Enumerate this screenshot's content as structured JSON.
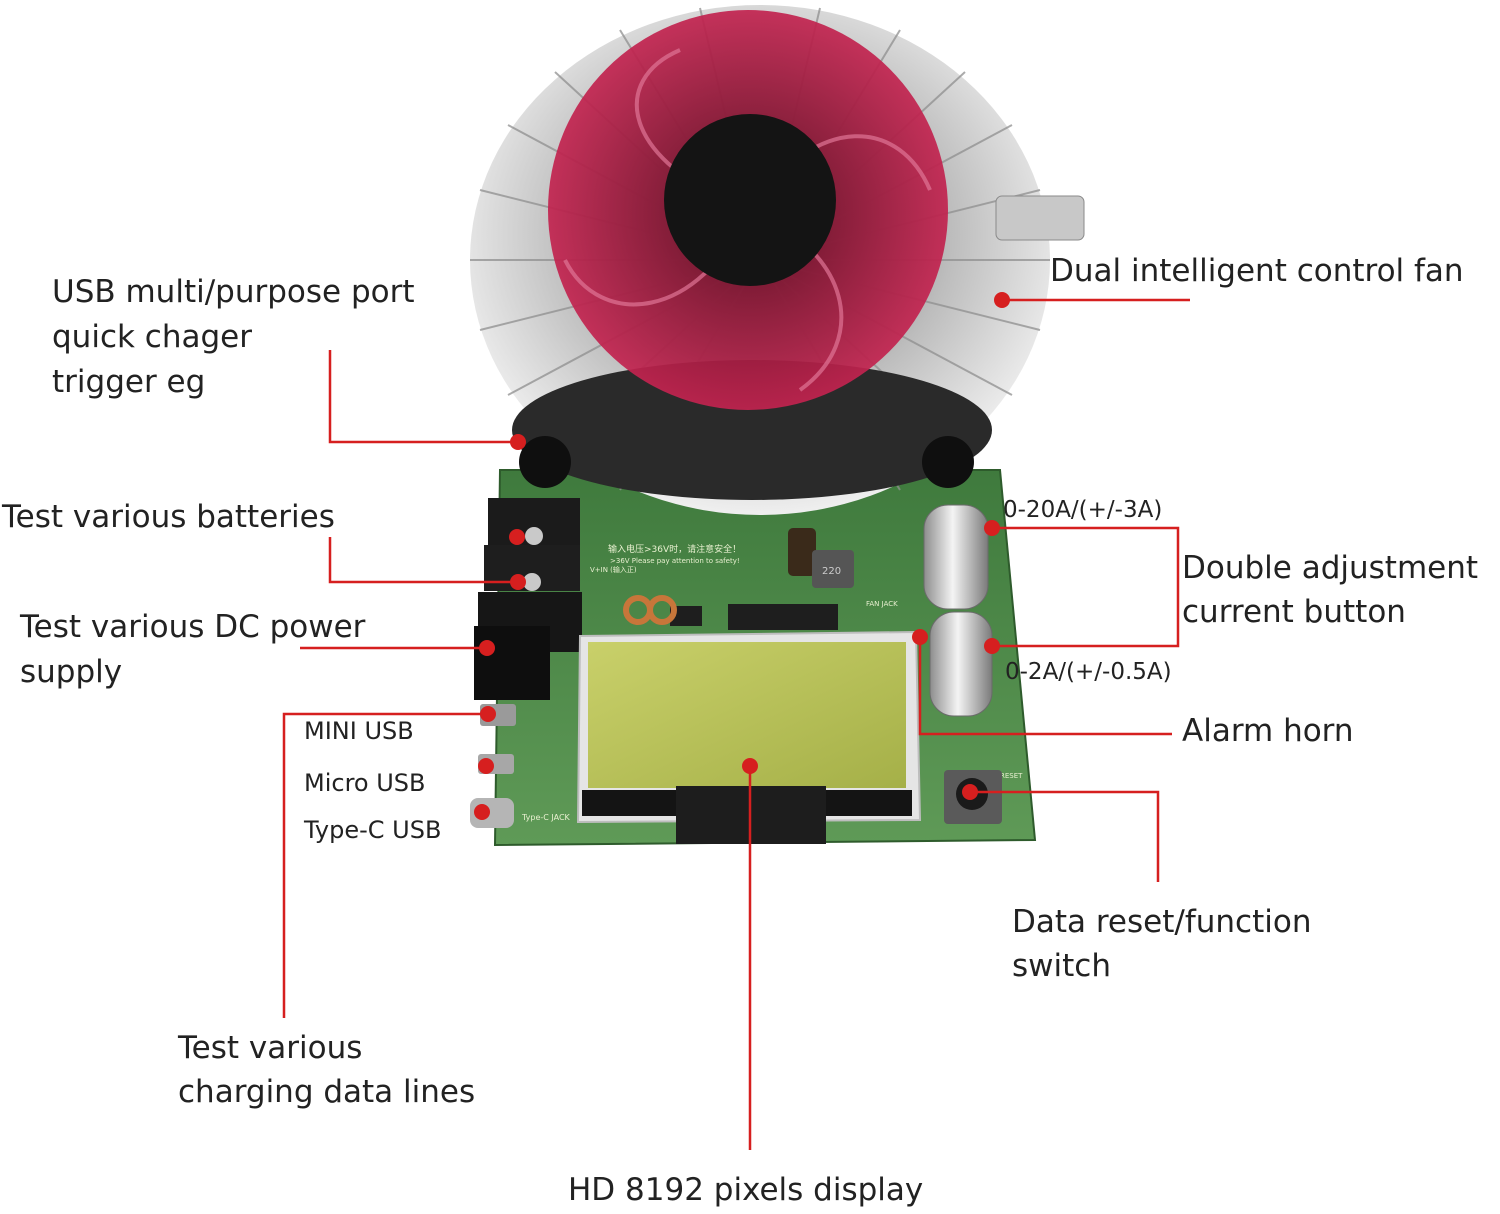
{
  "labels": {
    "usb_port": [
      "USB multi/purpose port",
      "quick chager",
      "trigger eg"
    ],
    "fan": "Dual intelligent control fan",
    "batteries": "Test various batteries",
    "dc_power": [
      "Test various DC power",
      "supply"
    ],
    "mini_usb": "MINI USB",
    "micro_usb": "Micro USB",
    "typec_usb": "Type-C USB",
    "range_high": "0-20A/(+/-3A)",
    "range_low": "0-2A/(+/-0.5A)",
    "double_adjust": [
      "Double adjustment",
      "current button"
    ],
    "alarm": "Alarm horn",
    "reset": [
      "Data reset/function",
      "switch"
    ],
    "data_lines": [
      "Test various",
      "charging data lines"
    ],
    "display": "HD 8192 pixels display"
  },
  "board_text": {
    "warning_cn": "输入电压>36V时，请注意安全！",
    "warning_en": ">36V Please pay attention to safety!",
    "vin": "V+IN (输入正)",
    "fan_jack": "FAN JACK",
    "typec_jack": "Type-C JACK",
    "reset_mark": "RESET",
    "coil_mark": "220"
  },
  "colors": {
    "accent_red": "#d61f1f",
    "pcb_green": "#4f8a4a",
    "lcd": "#b8c25a",
    "fan_blade": "#a3123a"
  }
}
